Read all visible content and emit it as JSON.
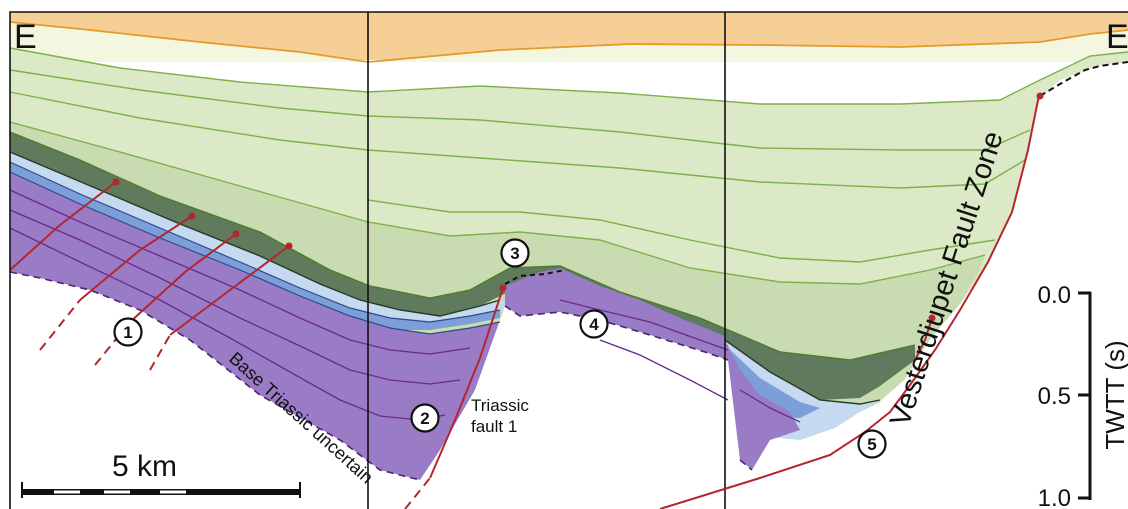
{
  "section": {
    "left_label": "E",
    "right_label": "E",
    "base_note": "Base Triassic uncertain",
    "triassic_fault_line1": "Triassic",
    "triassic_fault_line2": "fault 1",
    "fault_zone": "Vesterdjupet Fault Zone"
  },
  "markers": [
    "1",
    "2",
    "3",
    "4",
    "5"
  ],
  "scale_bar": {
    "label": "5 km"
  },
  "twtt_axis": {
    "title": "TWTT (s)",
    "ticks": [
      "0.0",
      "0.5",
      "1.0"
    ]
  },
  "colors": {
    "top_unit": "#f6cf96",
    "top_line": "#e59a2a",
    "pale_green": "#f3f7df",
    "light_green": "#dbe9c6",
    "mid_green": "#c9dcb1",
    "dark_green": "#5f7a5c",
    "light_blue": "#c5d9f1",
    "blue": "#7d9fd9",
    "purple": "#9a7bc6",
    "green_line": "#7fb04a",
    "purple_line": "#6a2a8a",
    "fault": "#b3262d"
  }
}
